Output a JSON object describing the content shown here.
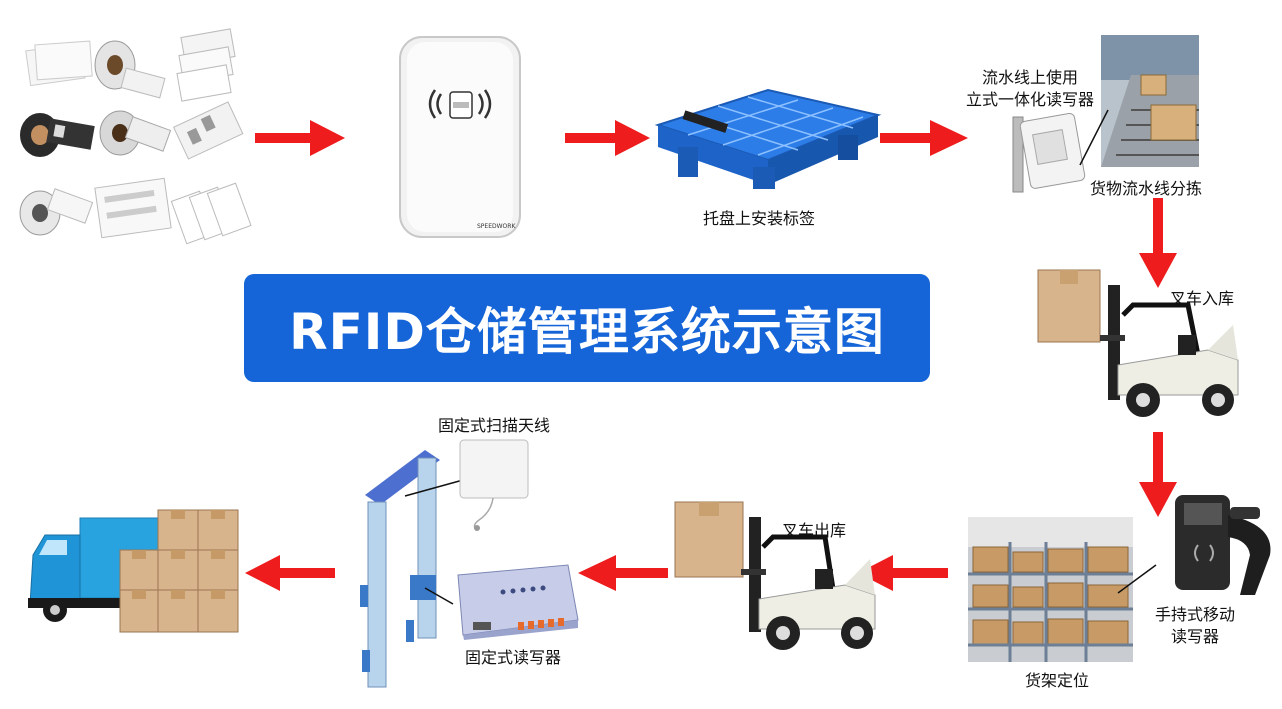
{
  "title": "RFID仓储管理系统示意图",
  "colors": {
    "banner": "#1565d8",
    "arrow": "#ee1c1c",
    "pallet": "#2d7de8",
    "box": "#d8b48c"
  },
  "reader_brand": "SPEEDWORK",
  "labels": {
    "pallet_tag": "托盘上安装标签",
    "line_reader_1": "流水线上使用",
    "line_reader_2": "立式一体化读写器",
    "line_sorting": "货物流水线分拣",
    "forklift_in": "叉车入库",
    "handheld_1": "手持式移动",
    "handheld_2": "读写器",
    "shelf_locate": "货架定位",
    "forklift_out": "叉车出库",
    "fixed_antenna": "固定式扫描天线",
    "fixed_reader": "固定式读写器"
  },
  "flow_steps": [
    "tags",
    "desktop-reader",
    "pallet",
    "conveyor",
    "forklift-in",
    "handheld",
    "shelf",
    "forklift-out",
    "gate",
    "truck"
  ]
}
